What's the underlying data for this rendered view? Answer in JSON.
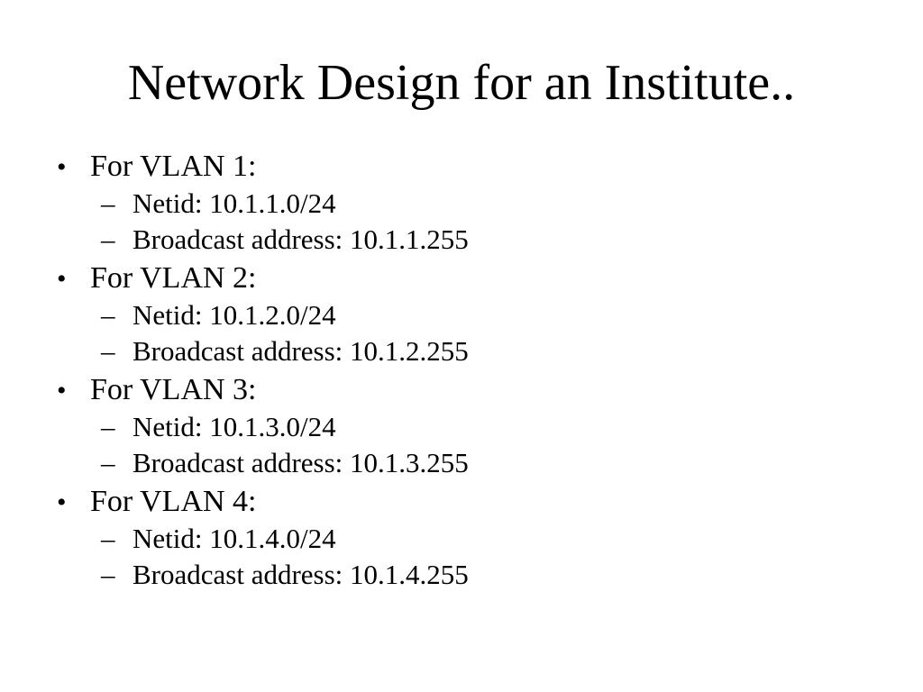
{
  "page": {
    "background_color": "#ffffff",
    "text_color": "#000000"
  },
  "title": "Network Design for an Institute..",
  "list": {
    "bullet_marker": "•",
    "sub_marker": "–",
    "groups": [
      {
        "heading": "For VLAN 1:",
        "items": [
          "Netid: 10.1.1.0/24",
          "Broadcast address: 10.1.1.255"
        ]
      },
      {
        "heading": "For VLAN 2:",
        "items": [
          "Netid: 10.1.2.0/24",
          "Broadcast address: 10.1.2.255"
        ]
      },
      {
        "heading": "For VLAN 3:",
        "items": [
          "Netid: 10.1.3.0/24",
          "Broadcast address: 10.1.3.255"
        ]
      },
      {
        "heading": "For VLAN 4:",
        "items": [
          "Netid: 10.1.4.0/24",
          "Broadcast address: 10.1.4.255"
        ]
      }
    ]
  }
}
